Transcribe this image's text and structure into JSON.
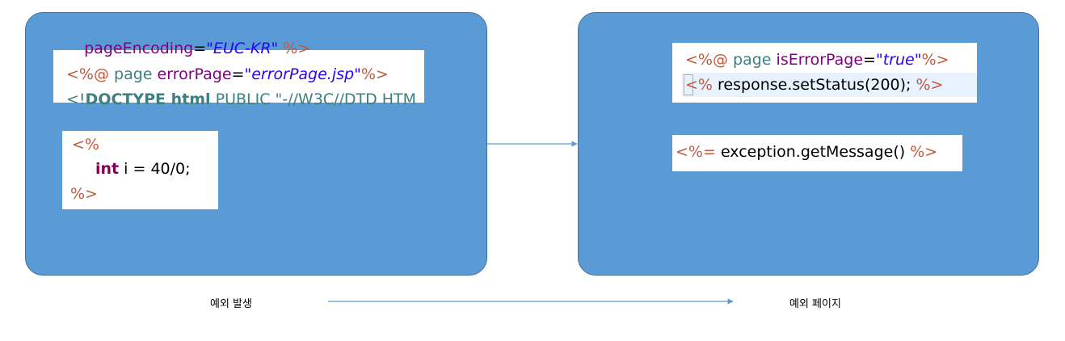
{
  "left_panel": {
    "page_snippet": {
      "line1": {
        "indent": "    ",
        "attr": "pageEncoding",
        "eq": "=",
        "value": "\"EUC-KR\"",
        "close": "%>"
      },
      "line2": {
        "open": "<%@",
        "directive": "page",
        "attr": "errorPage",
        "eq": "=",
        "value": "\"errorPage.jsp\"",
        "close": "%>"
      },
      "line3": {
        "open": "<!",
        "tag": "DOCTYPE html",
        "rest": " PUBLIC \"-//W3C//DTD HTM"
      }
    },
    "code_snippet": {
      "open": "<%",
      "keyword": "int",
      "statement": " i = 40/0;",
      "close": "%>"
    }
  },
  "right_panel": {
    "page_snippet": {
      "line2": {
        "open": "<%@",
        "directive": "page",
        "attr": "isErrorPage",
        "eq": "=",
        "value": "\"true\"",
        "close": "%>"
      },
      "line3": {
        "open": "<",
        "open2": "%",
        "statement": " response.setStatus(200); ",
        "close": "%>"
      }
    },
    "expression_snippet": {
      "open": "<%=",
      "expression": " exception.getMessage() ",
      "close": "%>"
    }
  },
  "captions": {
    "left": "예외 발생",
    "right": "예외 페이지"
  },
  "colors": {
    "panel_fill": "#5b9bd5",
    "arrow": "#5b9bd5"
  }
}
